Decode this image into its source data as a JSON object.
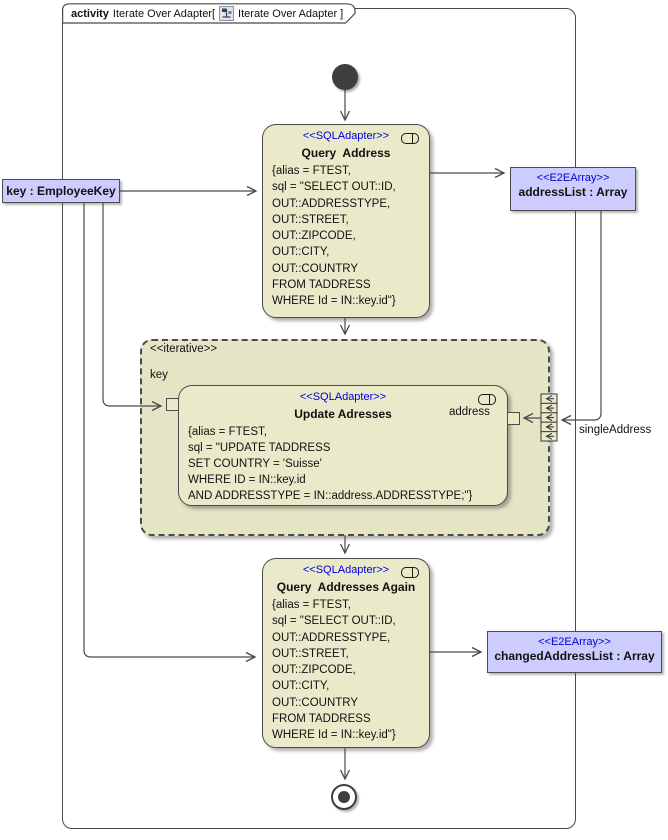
{
  "tab": {
    "keyword": "activity",
    "before_icon": "Iterate Over Adapter[",
    "after_icon": "Iterate Over Adapter ]"
  },
  "region": {
    "stereotype": "<<iterative>>"
  },
  "nodes": {
    "query_address": {
      "stereotype": "<<SQLAdapter>>",
      "title": "Query  Address",
      "body": "{alias = FTEST,\nsql = \"SELECT OUT::ID,\nOUT::ADDRESSTYPE,\nOUT::STREET,\nOUT::ZIPCODE,\nOUT::CITY,\nOUT::COUNTRY\nFROM TADDRESS\nWHERE Id = IN::key.id\"}"
    },
    "update_adresses": {
      "stereotype": "<<SQLAdapter>>",
      "title": "Update Adresses",
      "body": "{alias = FTEST,\nsql = \"UPDATE TADDRESS\nSET COUNTRY = 'Suisse'\nWHERE ID = IN::key.id\nAND ADDRESSTYPE = IN::address.ADDRESSTYPE;\"}"
    },
    "query_addresses_again": {
      "stereotype": "<<SQLAdapter>>",
      "title": "Query  Addresses Again",
      "body": "{alias = FTEST,\nsql = \"SELECT OUT::ID,\nOUT::ADDRESSTYPE,\nOUT::STREET,\nOUT::ZIPCODE,\nOUT::CITY,\nOUT::COUNTRY\nFROM TADDRESS\nWHERE Id = IN::key.id\"}"
    }
  },
  "params": {
    "key": {
      "label": "key : EmployeeKey"
    },
    "address_list": {
      "stereotype": "<<E2EArray>>",
      "label": "addressList : Array"
    },
    "changed_address_list": {
      "stereotype": "<<E2EArray>>",
      "label": "changedAddressList : Array"
    }
  },
  "pin_labels": {
    "key": "key",
    "address": "address",
    "single_address": "singleAddress"
  },
  "colors": {
    "node_fill": "#eaeacb",
    "region_fill": "#e5e5c5",
    "param_fill": "#ccccff",
    "stereotype_text": "#0000d6",
    "border": "#4a4a4a",
    "edge": "#4a4a4a",
    "start_end": "#3e3e3e"
  }
}
